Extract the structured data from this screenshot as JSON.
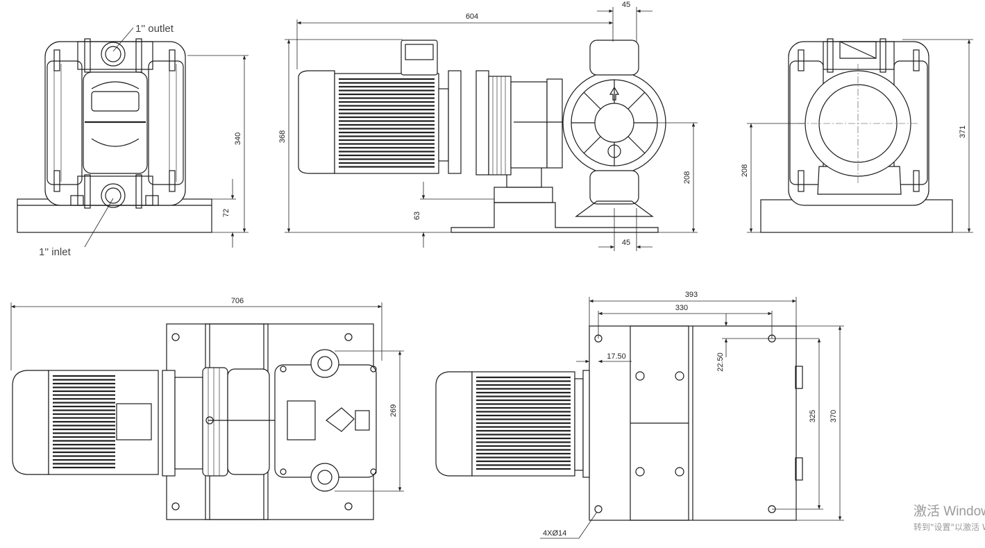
{
  "labels": {
    "outlet": "1'' outlet",
    "inlet": "1'' inlet",
    "holes": "4XØ14"
  },
  "dimensions": {
    "front_height": "340",
    "front_base": "72",
    "side_length": "604",
    "side_top_offset": "45",
    "side_height": "368",
    "side_base": "63",
    "side_outlet_height": "208",
    "side_bottom_offset": "45",
    "rear_height": "371",
    "rear_inlet_height": "208",
    "top_length": "706",
    "top_width": "269",
    "plan_width": "393",
    "plan_hole_spacing": "330",
    "plan_edge_x": "17.50",
    "plan_edge_y": "22.50",
    "plan_hole_depth": "325",
    "plan_depth": "370"
  },
  "watermark": {
    "line1": "激活 Windows",
    "line2": "转到\"设置\"以激活 Windows。"
  }
}
